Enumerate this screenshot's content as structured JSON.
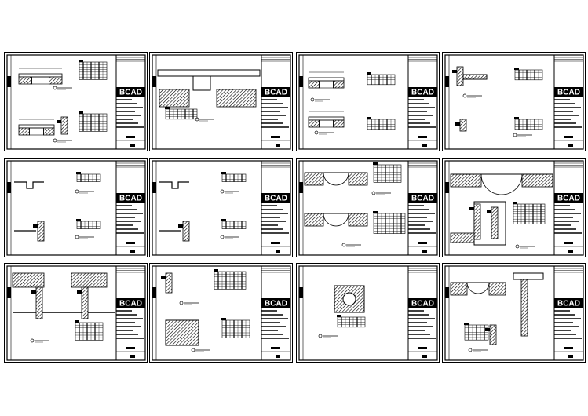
{
  "sheets": [
    {
      "layout": "a",
      "logo": "BCAD"
    },
    {
      "layout": "b",
      "logo": "BCAD"
    },
    {
      "layout": "c",
      "logo": "BCAD"
    },
    {
      "layout": "d",
      "logo": "BCAD"
    },
    {
      "layout": "e",
      "logo": "BCAD"
    },
    {
      "layout": "e",
      "logo": "BCAD"
    },
    {
      "layout": "f",
      "logo": "BCAD"
    },
    {
      "layout": "g",
      "logo": "BCAD"
    },
    {
      "layout": "h",
      "logo": "BCAD"
    },
    {
      "layout": "i",
      "logo": "BCAD"
    },
    {
      "layout": "j",
      "logo": "BCAD"
    },
    {
      "layout": "k",
      "logo": "BCAD"
    }
  ]
}
